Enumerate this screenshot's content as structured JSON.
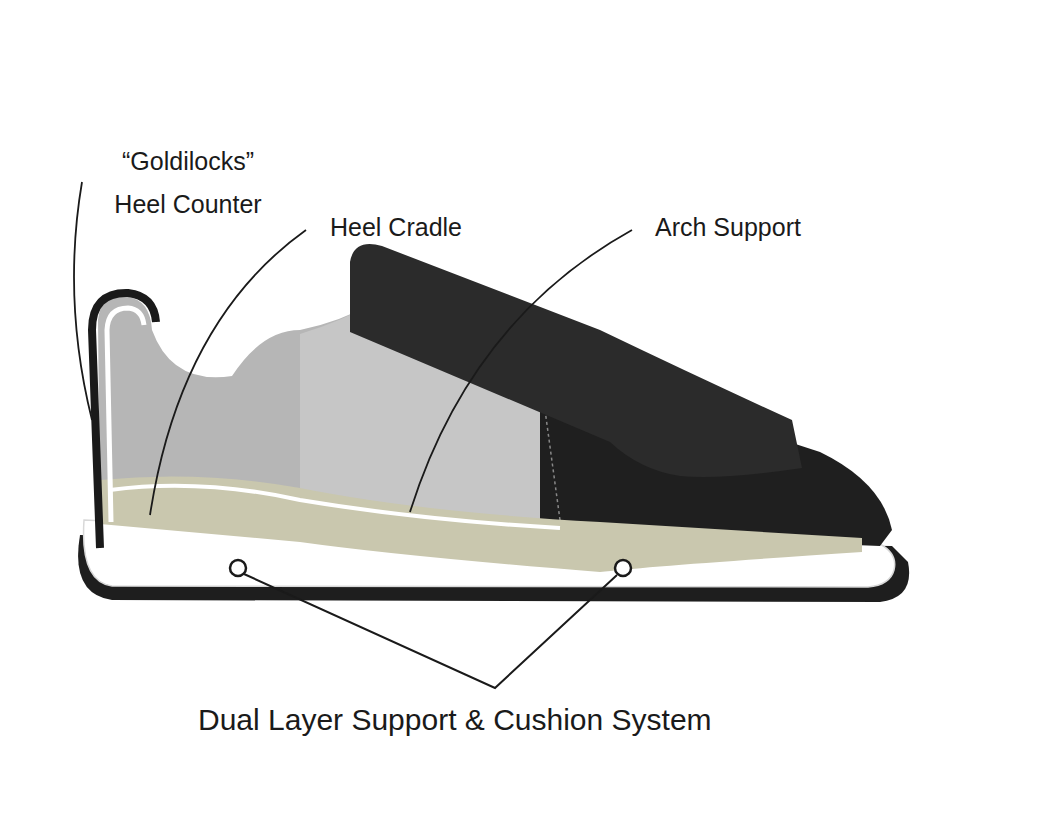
{
  "diagram": {
    "labels": [
      "“Goldilocks” Heel Counter",
      "Heel Cradle",
      "Arch Support",
      "Dual Layer Support & Cushion System"
    ]
  }
}
